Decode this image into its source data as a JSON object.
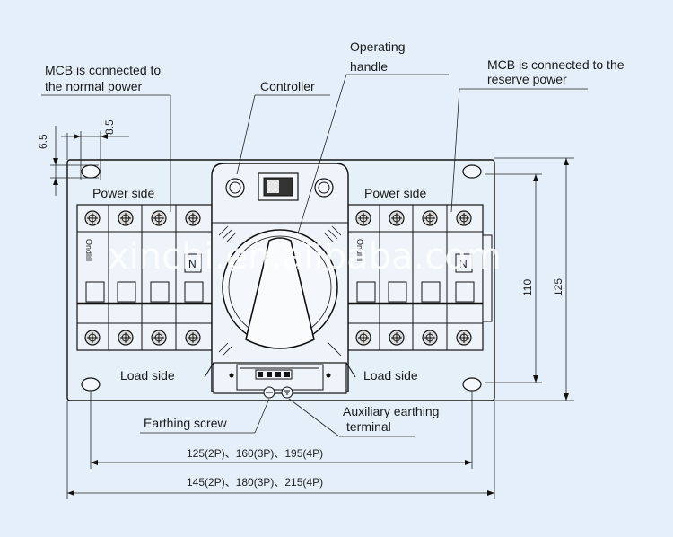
{
  "labels": {
    "operating_handle_1": "Operating",
    "operating_handle_2": "handle",
    "mcb_normal_1": "MCB is connected to",
    "mcb_normal_2": "the normal power",
    "mcb_reserve_1": "MCB is connected to the",
    "mcb_reserve_2": "reserve power",
    "controller": "Controller",
    "power_side_left": "Power side",
    "power_side_right": "Power side",
    "load_side_left": "Load side",
    "load_side_right": "Load side",
    "earthing_screw": "Earthing screw",
    "aux_earthing_1": "Auxiliary earthing",
    "aux_earthing_2": "terminal",
    "breaker_left_mark": "Ondlill",
    "breaker_right_mark": "Ondlill",
    "n_left": "N",
    "n_right": "N"
  },
  "dimensions": {
    "d_6_5": "6.5",
    "d_8_5": "8.5",
    "d_110": "110",
    "d_125": "125",
    "width_inner": "125(2P)、160(3P)、195(4P)",
    "width_outer": "145(2P)、180(3P)、215(4P)"
  },
  "watermark": "xinchi.en.alibaba.com"
}
